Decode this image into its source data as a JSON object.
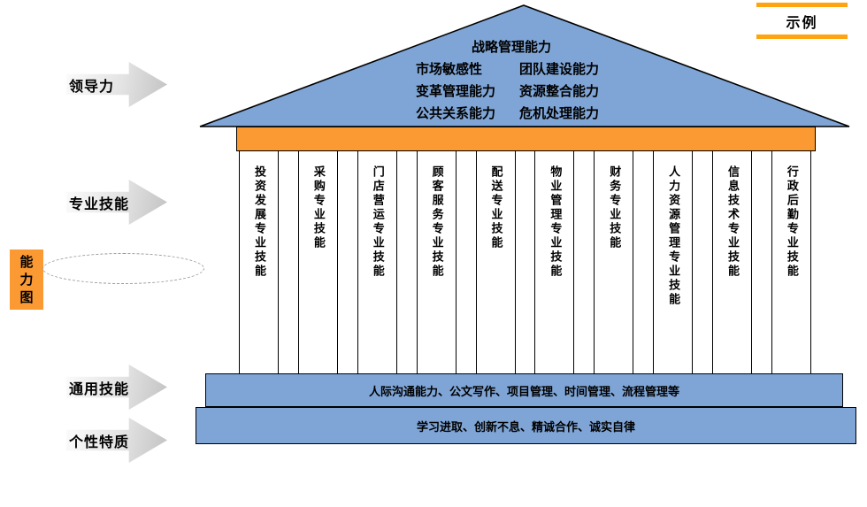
{
  "example_badge": {
    "label": "示例"
  },
  "capability_map": {
    "label": "能力图"
  },
  "roof": {
    "title": "战略管理能力",
    "rows": [
      [
        "市场敏感性",
        "团队建设能力"
      ],
      [
        "变革管理能力",
        "资源整合能力"
      ],
      [
        "公共关系能力",
        "危机处理能力"
      ]
    ]
  },
  "side_labels": {
    "leadership": "领导力",
    "professional": "专业技能",
    "general": "通用技能",
    "traits": "个性特质"
  },
  "pillars": [
    {
      "label": "投资发展专业技能"
    },
    {
      "label": "采购专业技能"
    },
    {
      "label": "门店营运专业技能"
    },
    {
      "label": "顾客服务专业技能"
    },
    {
      "label": "配送专业技能"
    },
    {
      "label": "物业管理专业技能"
    },
    {
      "label": "财务专业技能"
    },
    {
      "label": "人力资源管理专业技能"
    },
    {
      "label": "信息技术专业技能"
    },
    {
      "label": "行政后勤专业技能"
    }
  ],
  "bars": {
    "general_skills": "人际沟通能力、公文写作、项目管理、时间管理、流程管理等",
    "personal_traits": "学习进取、创新不息、精诚合作、诚实自律"
  },
  "colors": {
    "roof_blue": "#7fa5d6",
    "beam_orange": "#fb9933",
    "badge_orange": "#ffa30f",
    "arrow_gray": "#c2c2c2"
  }
}
